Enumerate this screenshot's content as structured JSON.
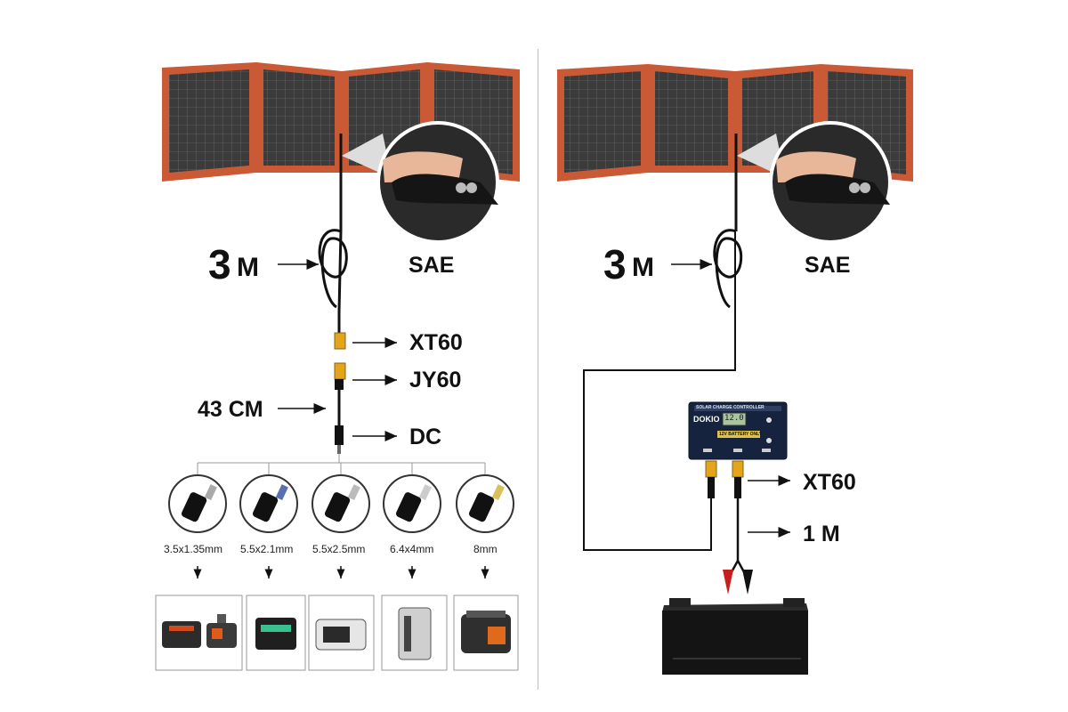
{
  "left": {
    "cable_length": {
      "number": "3",
      "unit": "M"
    },
    "sae_label": "SAE",
    "xt60_label": "XT60",
    "jy60_label": "JY60",
    "adapter_length": "43 CM",
    "dc_label": "DC",
    "tips": [
      "3.5x1.35mm",
      "5.5x2.1mm",
      "5.5x2.5mm",
      "6.4x4mm",
      "8mm"
    ]
  },
  "right": {
    "cable_length": {
      "number": "3",
      "unit": "M"
    },
    "sae_label": "SAE",
    "xt60_label": "XT60",
    "clamp_length": "1 M",
    "controller_title": "SOLAR CHARGE CONTROLLER",
    "controller_brand": "DOKIO",
    "controller_note": "12V BATTERY ONLY",
    "controller_display": "12.0"
  },
  "colors": {
    "panel_border": "#c95a35",
    "panel_cell": "#3a3a3a",
    "xt60": "#e2a51c",
    "clamp_red": "#c81e1e"
  }
}
